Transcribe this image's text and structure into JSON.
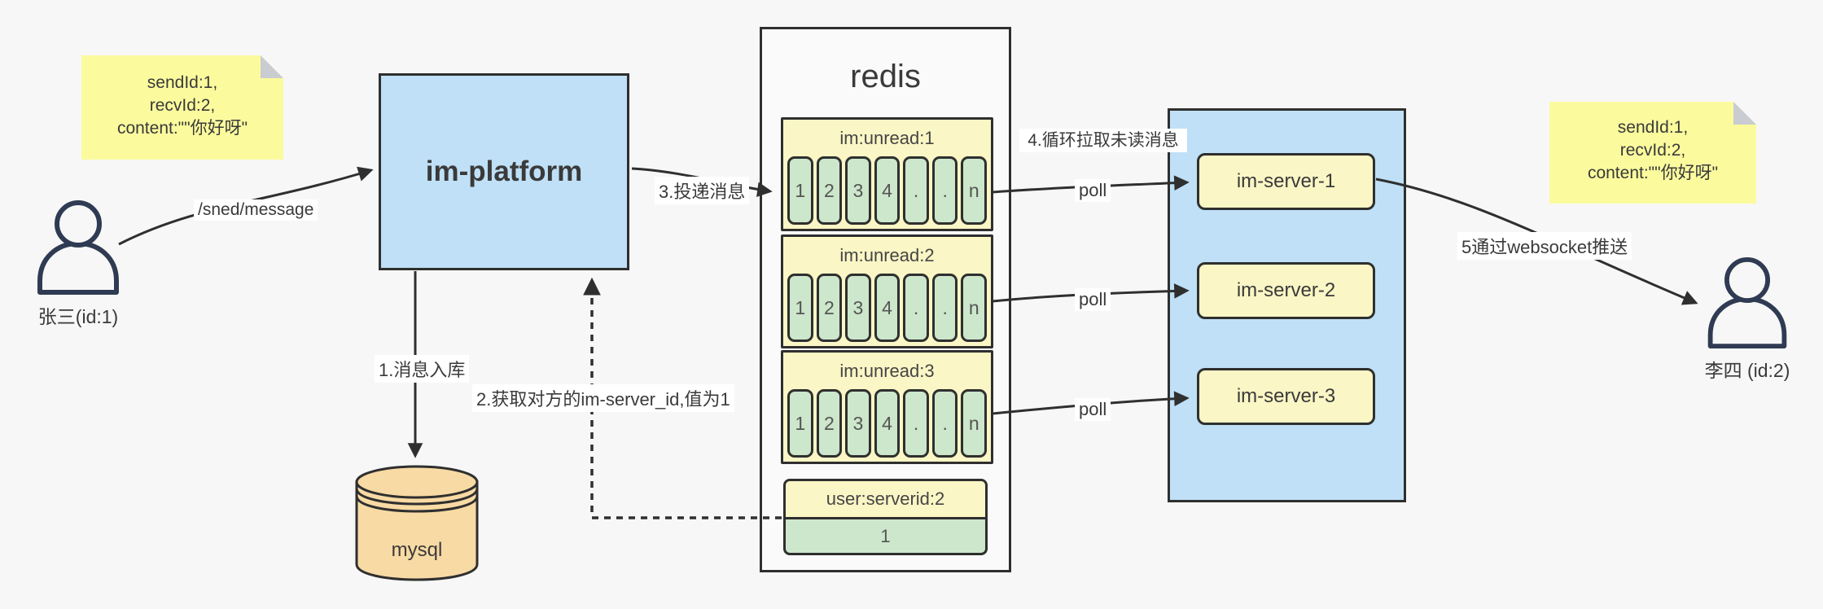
{
  "colors": {
    "background": "#f7f7f7",
    "note_yellow": "#fbfb9e",
    "block_yellow": "#faf6c5",
    "cell_green": "#cce7cb",
    "container_blue": "#bfe0f6",
    "db_tan": "#f8daa4",
    "line": "#2f2f2f"
  },
  "notes": {
    "left": {
      "line1": "sendId:1,",
      "line2": "recvId:2,",
      "line3": "content:\"\"你好呀\""
    },
    "right": {
      "line1": "sendId:1,",
      "line2": "recvId:2,",
      "line3": "content:\"\"你好呀\""
    }
  },
  "actors": {
    "sender": {
      "label": "张三(id:1)"
    },
    "receiver": {
      "label": "李四 (id:2)"
    }
  },
  "platform": {
    "label": "im-platform"
  },
  "database": {
    "label": "mysql"
  },
  "redis": {
    "title": "redis",
    "queues": [
      {
        "label": "im:unread:1",
        "cells": [
          "1",
          "2",
          "3",
          "4",
          ".",
          ".",
          "n"
        ]
      },
      {
        "label": "im:unread:2",
        "cells": [
          "1",
          "2",
          "3",
          "4",
          ".",
          ".",
          "n"
        ]
      },
      {
        "label": "im:unread:3",
        "cells": [
          "1",
          "2",
          "3",
          "4",
          ".",
          ".",
          "n"
        ]
      }
    ],
    "kv": {
      "label": "user:serverid:2",
      "value": "1"
    }
  },
  "servers": {
    "items": [
      {
        "label": "im-server-1"
      },
      {
        "label": "im-server-2"
      },
      {
        "label": "im-server-3"
      }
    ]
  },
  "edges": {
    "send": "/sned/message",
    "step1": "1.消息入库",
    "step2": "2.获取对方的im-server_id,值为1",
    "step3": "3.投递消息",
    "step4": "4.循环拉取未读消息",
    "step5": "5通过websocket推送",
    "poll": "poll"
  }
}
